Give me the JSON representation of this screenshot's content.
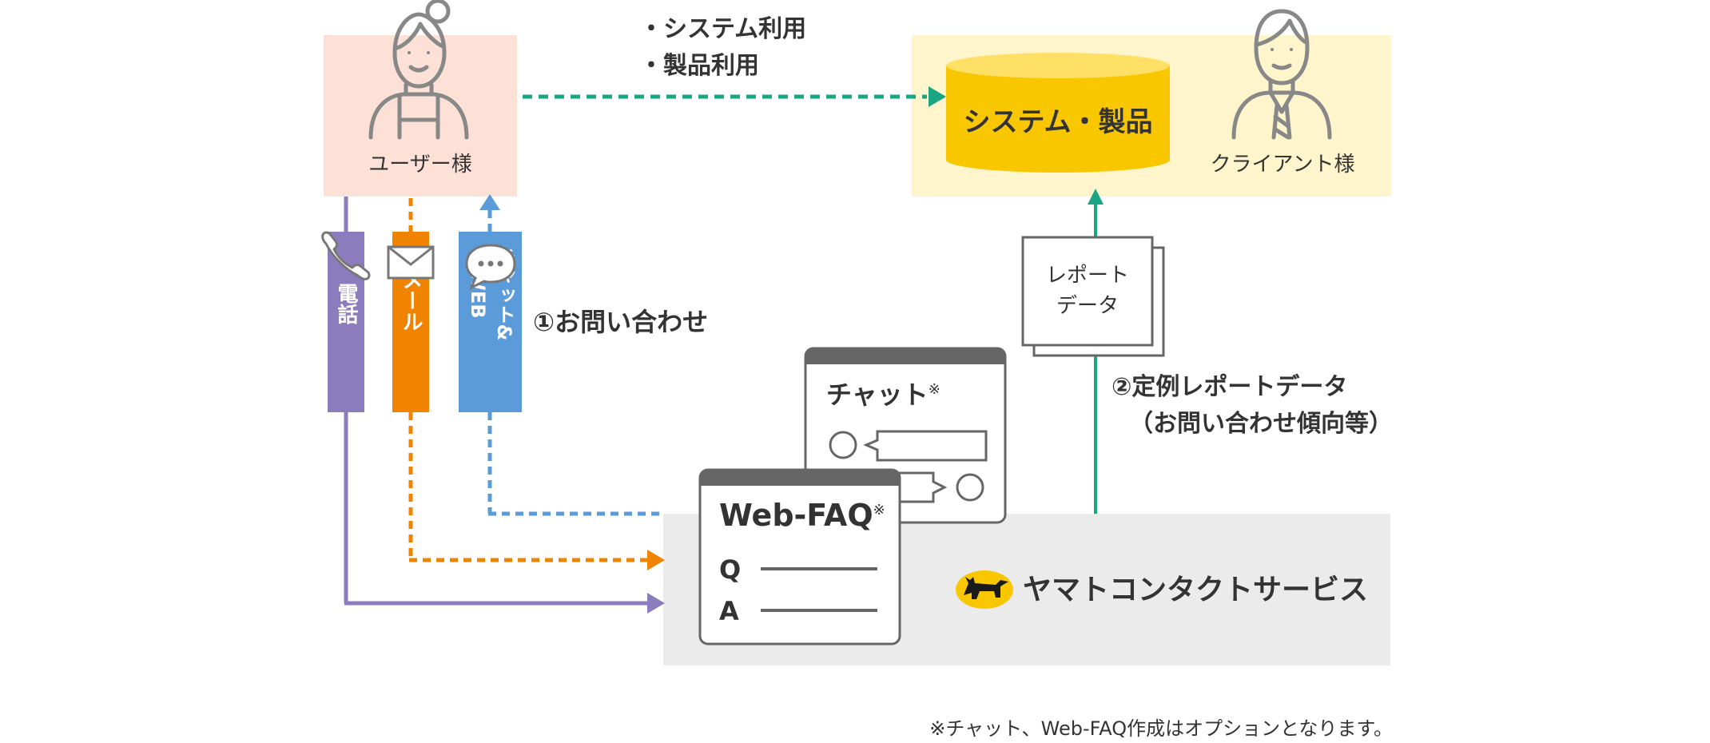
{
  "user": {
    "label": "ユーザー様"
  },
  "client": {
    "label": "クライアント様"
  },
  "system": {
    "label": "システム・製品"
  },
  "usage": {
    "line1": "・システム利用",
    "line2": "・製品利用"
  },
  "channels": {
    "phone": {
      "label": "電話",
      "color": "#8a7cbd"
    },
    "mail": {
      "label": "メール",
      "color": "#f08300"
    },
    "chat": {
      "label_col1": "チャット&",
      "label_col2": "WEB",
      "color": "#5b9bd9"
    }
  },
  "step1": {
    "label": "①お問い合わせ"
  },
  "step2": {
    "line1": "②定例レポートデータ",
    "line2": "（お問い合わせ傾向等）"
  },
  "report": {
    "line1": "レポート",
    "line2": "データ"
  },
  "chat_window": {
    "title": "チャット",
    "note_mark": "※"
  },
  "faq_window": {
    "title": "Web-FAQ",
    "note_mark": "※",
    "q": "Q",
    "a": "A"
  },
  "service": {
    "name": "ヤマトコンタクトサービス"
  },
  "footnote": "※チャット、Web-FAQ作成はオプションとなります。",
  "colors": {
    "user_bg": "#fde1d6",
    "client_bg": "#fff5cc",
    "system_gold": "#f9c700",
    "service_bg": "#ebebeb",
    "teal": "#1aa583"
  }
}
